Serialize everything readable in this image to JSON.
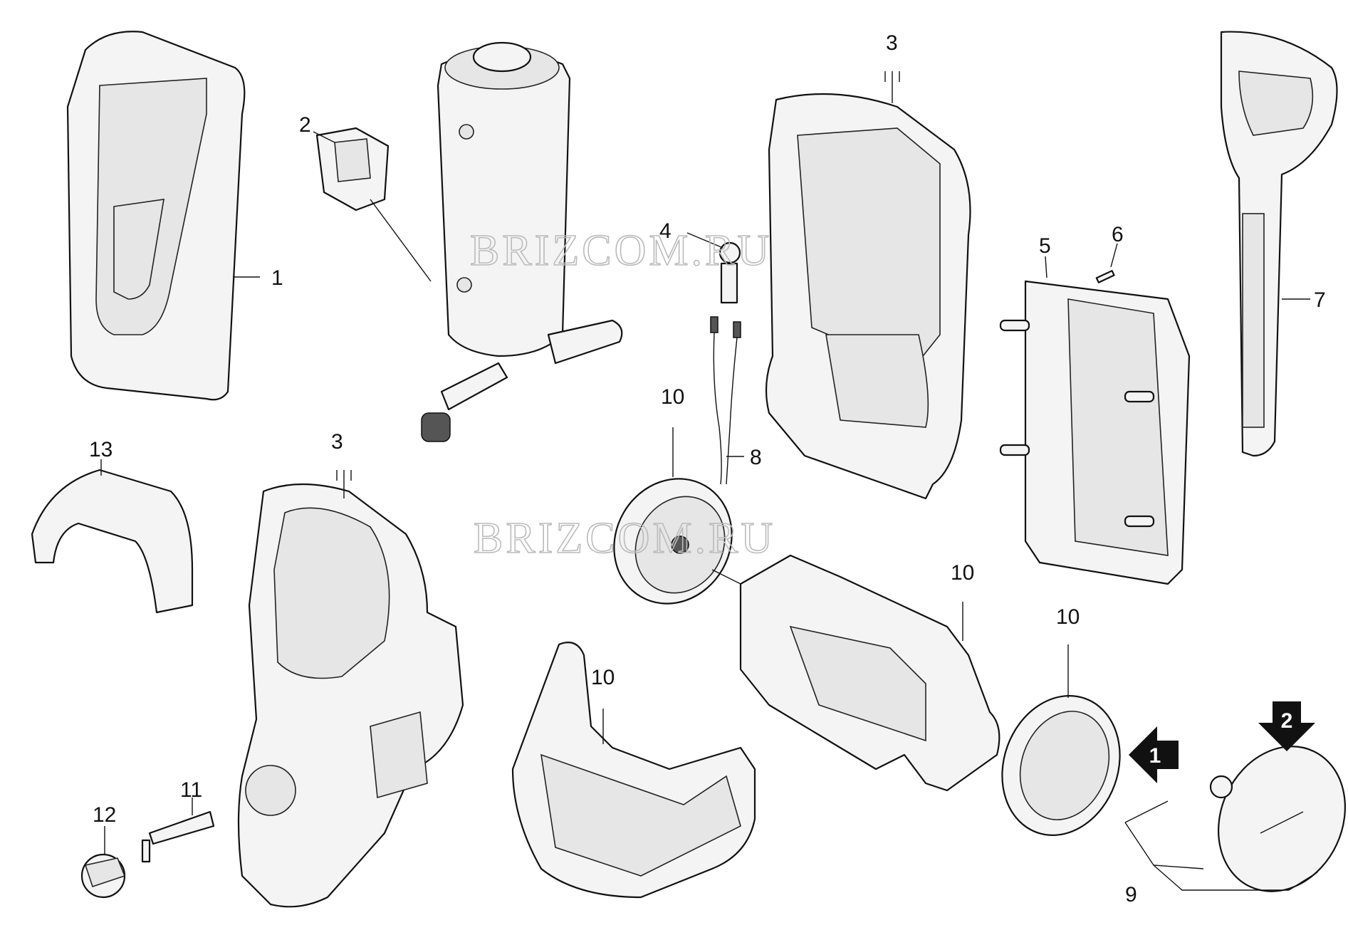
{
  "diagram": {
    "type": "exploded parts diagram",
    "callouts": [
      {
        "id": "label-1",
        "text": "1"
      },
      {
        "id": "label-2",
        "text": "2"
      },
      {
        "id": "label-3-top",
        "text": "3"
      },
      {
        "id": "label-3-front",
        "text": "3"
      },
      {
        "id": "label-4",
        "text": "4"
      },
      {
        "id": "label-5",
        "text": "5"
      },
      {
        "id": "label-6",
        "text": "6"
      },
      {
        "id": "label-7",
        "text": "7"
      },
      {
        "id": "label-8",
        "text": "8"
      },
      {
        "id": "label-9",
        "text": "9"
      },
      {
        "id": "label-10-a",
        "text": "10"
      },
      {
        "id": "label-10-b",
        "text": "10"
      },
      {
        "id": "label-10-c",
        "text": "10"
      },
      {
        "id": "label-10-d",
        "text": "10"
      },
      {
        "id": "label-11",
        "text": "11"
      },
      {
        "id": "label-12",
        "text": "12"
      },
      {
        "id": "label-13",
        "text": "13"
      }
    ],
    "direction_markers": [
      {
        "id": "arrow-1",
        "text": "1"
      },
      {
        "id": "arrow-2",
        "text": "2"
      }
    ],
    "watermarks": [
      "BRIZCOM.RU",
      "BRIZCOM.RU"
    ]
  }
}
